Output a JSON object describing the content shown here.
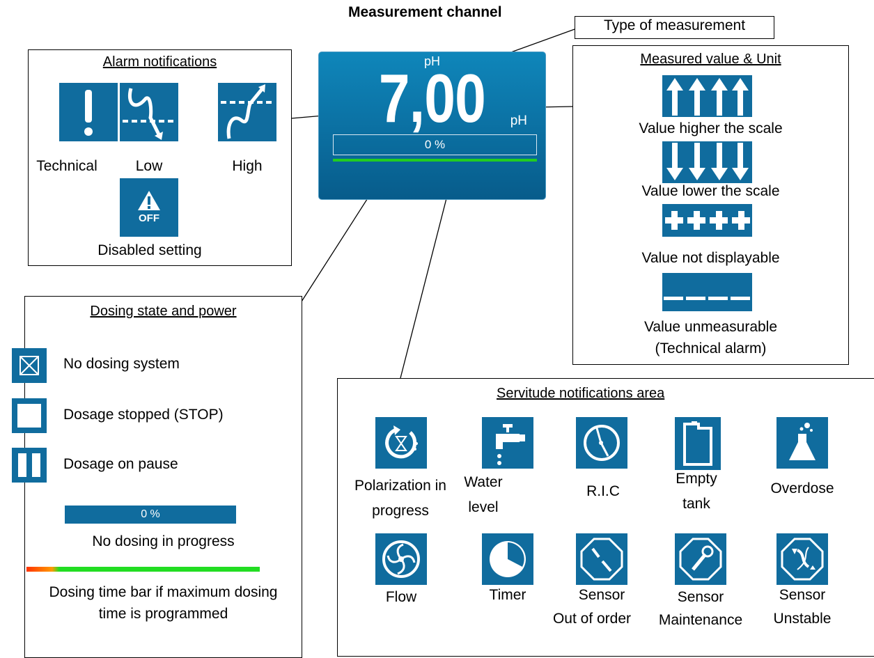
{
  "title": "Measurement channel",
  "type_label": "Type of measurement",
  "panel": {
    "type": "pH",
    "value": "7,00",
    "unit": "pH",
    "bar_text": "0 %",
    "bar_fill": 0
  },
  "alarm": {
    "heading": "Alarm notifications",
    "items": [
      {
        "label": "Technical",
        "icon": "exclamation-icon"
      },
      {
        "label": "Low",
        "icon": "low-alarm-icon"
      },
      {
        "label": "High",
        "icon": "high-alarm-icon"
      },
      {
        "label": "Disabled setting",
        "icon": "alarm-off-icon",
        "badge": "OFF"
      }
    ]
  },
  "measured": {
    "heading": "Measured value & Unit",
    "items": [
      {
        "label": "Value higher the scale",
        "icon": "arrows-up-icon"
      },
      {
        "label": "Value lower the scale",
        "icon": "arrows-down-icon"
      },
      {
        "label": "Value not displayable",
        "icon": "plus-signs-icon"
      },
      {
        "label": "Value unmeasurable",
        "label2": "(Technical alarm)",
        "icon": "dashes-icon"
      }
    ]
  },
  "dosing": {
    "heading": "Dosing state and power",
    "items": [
      {
        "label": "No dosing system",
        "icon": "crossed-box-icon"
      },
      {
        "label": "Dosage stopped (STOP)",
        "icon": "stop-square-icon"
      },
      {
        "label": "Dosage on pause",
        "icon": "pause-icon"
      }
    ],
    "bar_text": "0 %",
    "bar_caption": "No dosing in progress",
    "time_caption_1": "Dosing time bar if maximum dosing",
    "time_caption_2": "time is programmed"
  },
  "servitude": {
    "heading": "Servitude notifications area",
    "row1": [
      {
        "l1": "Polarization in",
        "l2": "progress",
        "icon": "polarization-icon"
      },
      {
        "l1": "Water",
        "l2": "level",
        "icon": "water-tap-icon"
      },
      {
        "l1": "R.I.C",
        "l2": "",
        "icon": "ric-icon"
      },
      {
        "l1": "Empty",
        "l2": "tank",
        "icon": "empty-tank-icon"
      },
      {
        "l1": "Overdose",
        "l2": "",
        "icon": "flask-icon"
      }
    ],
    "row2": [
      {
        "l1": "Flow",
        "l2": "",
        "icon": "flow-icon"
      },
      {
        "l1": "Timer",
        "l2": "",
        "icon": "timer-icon"
      },
      {
        "l1": "Sensor",
        "l2": "Out of order",
        "icon": "sensor-broken-icon"
      },
      {
        "l1": "Sensor",
        "l2": "Maintenance",
        "icon": "sensor-wrench-icon"
      },
      {
        "l1": "Sensor",
        "l2": "Unstable",
        "icon": "sensor-unstable-icon"
      }
    ]
  },
  "colors": {
    "icon_blue": "#106c9e",
    "bar_green": "#22cc22",
    "bar_red": "#ff3300"
  }
}
